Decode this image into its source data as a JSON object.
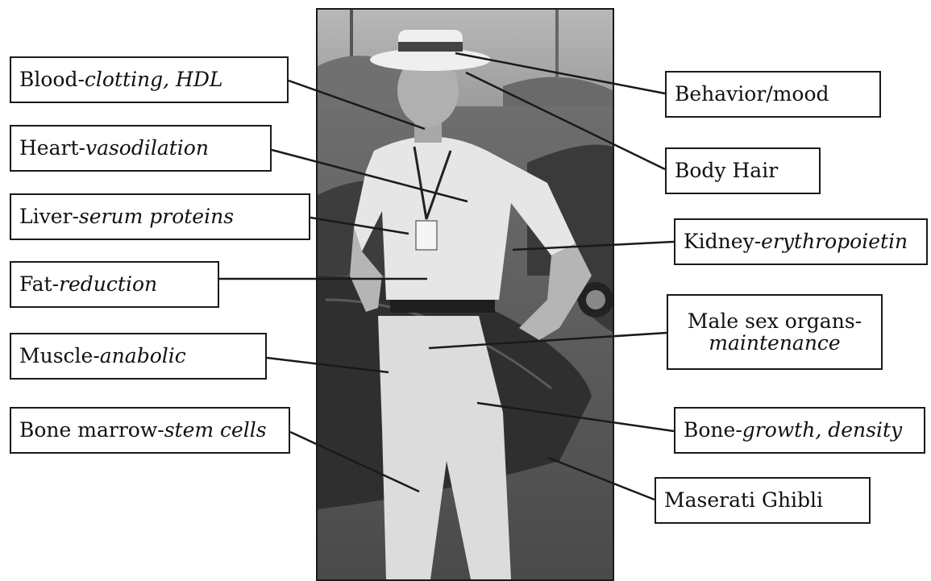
{
  "labels": {
    "blood": {
      "prefix": "Blood-",
      "effect": "clotting, HDL"
    },
    "heart": {
      "prefix": "Heart-",
      "effect": "vasodilation"
    },
    "liver": {
      "prefix": "Liver-",
      "effect": "serum proteins"
    },
    "fat": {
      "prefix": "Fat-",
      "effect": "reduction"
    },
    "muscle": {
      "prefix": "Muscle-",
      "effect": "anabolic"
    },
    "marrow": {
      "prefix": "Bone marrow-",
      "effect": "stem cells"
    },
    "behavior": {
      "prefix": "Behavior/mood",
      "effect": ""
    },
    "hair": {
      "prefix": "Body Hair",
      "effect": ""
    },
    "kidney": {
      "prefix": "Kidney-",
      "effect": "erythropoietin"
    },
    "male": {
      "prefix": "Male sex organs-",
      "effect": "maintenance"
    },
    "bone": {
      "prefix": "Bone-",
      "effect": "growth, density"
    },
    "car": {
      "prefix": "Maserati Ghibli",
      "effect": ""
    }
  }
}
